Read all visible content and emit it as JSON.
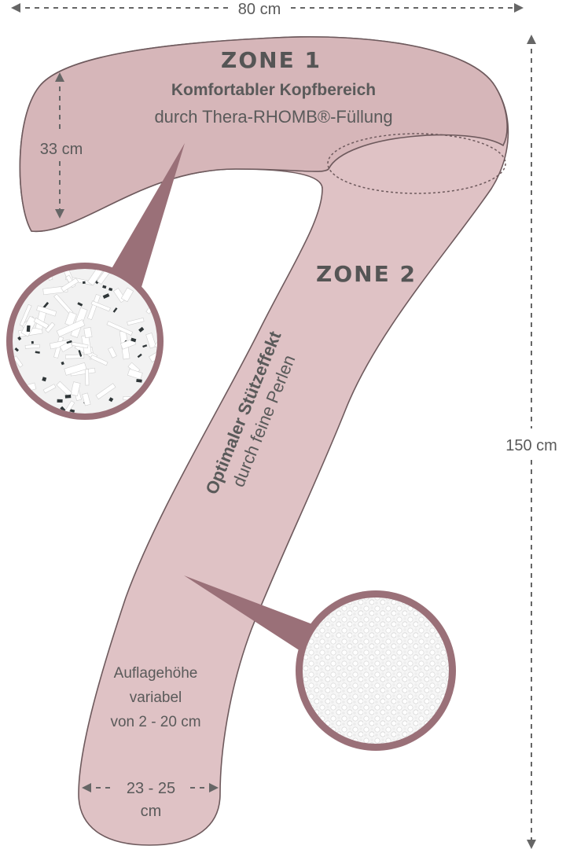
{
  "dimensions": {
    "width_label": "80 cm",
    "height_label": "150 cm",
    "head_height_label": "33 cm",
    "tail_width_label_line1": "23 - 25",
    "tail_width_label_line2": "cm"
  },
  "zone1": {
    "title": "ZONE 1",
    "subtitle": "Komfortabler Kopfbereich",
    "filling_line": "durch Thera-RHOMB®-Füllung"
  },
  "zone2": {
    "title": "ZONE 2",
    "support_line1": "Optimaler Stützeffekt",
    "support_line2": "durch feine Perlen"
  },
  "height_note": {
    "line1": "Auflagehöhe",
    "line2": "variabel",
    "line3": "von 2 - 20 cm"
  },
  "colors": {
    "pillow_fill": "#dfc2c5",
    "pillow_head_fill": "#d6b6b9",
    "pillow_stroke": "#6e5a5d",
    "callout_ring": "#9a7078",
    "dimension_line": "#666666"
  }
}
